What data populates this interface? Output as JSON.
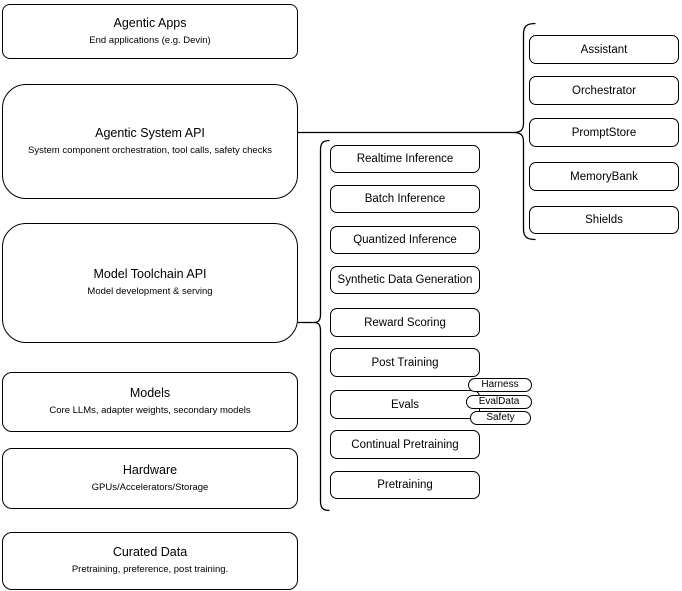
{
  "colors": {
    "background": "#ffffff",
    "stroke": "#000000",
    "text": "#000000"
  },
  "left_stack": [
    {
      "title": "Agentic Apps",
      "subtitle": "End applications (e.g. Devin)"
    },
    {
      "title": "Agentic System API",
      "subtitle": "System component orchestration, tool calls, safety checks"
    },
    {
      "title": "Model Toolchain API",
      "subtitle": "Model development & serving"
    },
    {
      "title": "Models",
      "subtitle": "Core LLMs, adapter weights, secondary models"
    },
    {
      "title": "Hardware",
      "subtitle": "GPUs/Accelerators/Storage"
    },
    {
      "title": "Curated Data",
      "subtitle": "Pretraining, preference, post training."
    }
  ],
  "toolchain_services": [
    "Realtime Inference",
    "Batch Inference",
    "Quantized Inference",
    "Synthetic Data Generation",
    "Reward Scoring",
    "Post Training",
    "Evals",
    "Continual Pretraining",
    "Pretraining"
  ],
  "eval_tags": [
    "Harness",
    "EvalData",
    "Safety"
  ],
  "system_components": [
    "Assistant",
    "Orchestrator",
    "PromptStore",
    "MemoryBank",
    "Shields"
  ]
}
